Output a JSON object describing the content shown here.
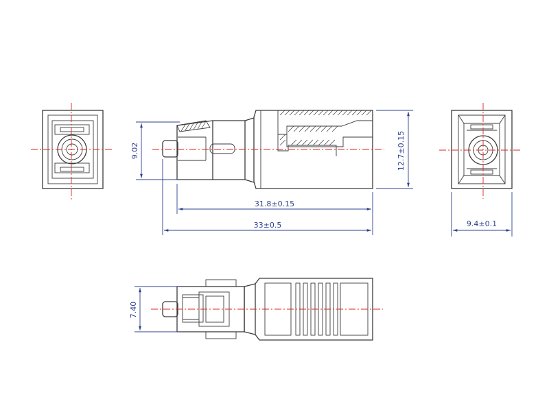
{
  "dimensions": {
    "body_length": "31.8±0.15",
    "total_length": "33±0.5",
    "body_height": "12.7±0.15",
    "plug_height": "9.02",
    "end_width": "9.4±0.1",
    "bottom_height": "7.40"
  },
  "colors": {
    "outline": "#3a3a3a",
    "dimension": "#2b3f8f",
    "centerline": "#e0201b"
  }
}
